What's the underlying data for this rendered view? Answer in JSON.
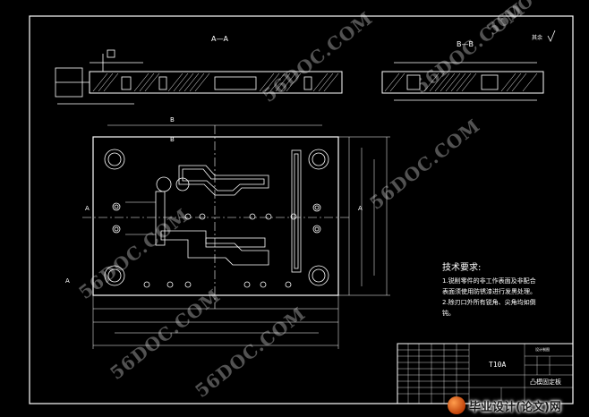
{
  "colors": {
    "background": "#000000",
    "line": "#ffffff",
    "watermark": "#ffffff",
    "brand_accent": "#d2520f"
  },
  "views": {
    "section_aa": "A—A",
    "section_bb": "B—B",
    "roughness_note": "其余"
  },
  "section_markers": {
    "a": "A",
    "b": "B"
  },
  "tech_requirements": {
    "title": "技术要求:",
    "lines": [
      "1.锐削零件的非工作表面及非配合",
      "表面须使用防锈漆进行发黑处理。",
      "2.除刃口外所有锐角、尖角均如倒",
      "钝。"
    ]
  },
  "title_block": {
    "material": "T10A",
    "part_name": "凸模固定板",
    "school_tag": "设计制图"
  },
  "watermark_text": "56DOC.COM",
  "brand": {
    "label": "毕业设计(论文)网",
    "icon": "globe-logo-icon"
  }
}
